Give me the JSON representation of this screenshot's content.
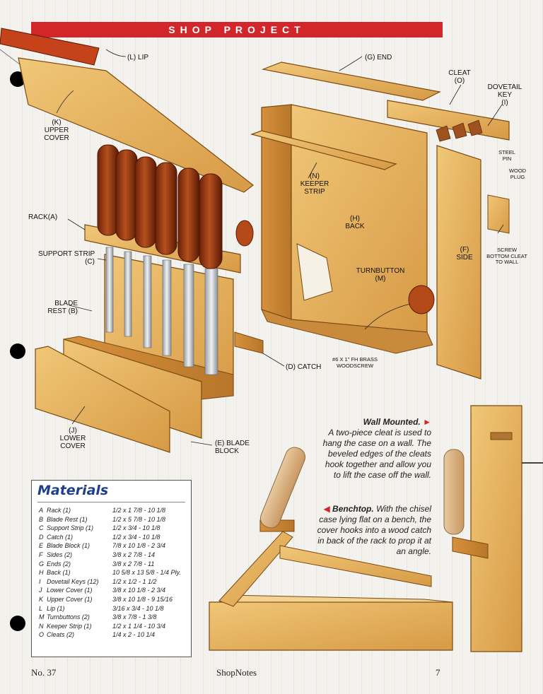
{
  "header": {
    "banner": "SHOP PROJECT"
  },
  "labels": {
    "lip": "LIP",
    "end": "END",
    "cleat": "CLEAT",
    "dovetail_key": "DOVETAIL KEY",
    "upper_cover": "UPPER COVER",
    "steel_pin": "STEEL PIN",
    "wood_plug": "WOOD PLUG",
    "keeper_strip": "KEEPER STRIP",
    "rack": "RACK",
    "back": "BACK",
    "screw_bottom_cleat": "SCREW BOTTOM CLEAT TO WALL",
    "support_strip": "SUPPORT STRIP",
    "side": "SIDE",
    "turnbutton": "TURNBUTTON",
    "blade_rest": "BLADE REST",
    "catch": "CATCH",
    "woodscrew": "#6 x 1\" Fh BRASS WOODSCREW",
    "lower_cover": "LOWER COVER",
    "blade_block": "BLADE BLOCK"
  },
  "letters": {
    "A": "A",
    "B": "B",
    "C": "C",
    "D": "D",
    "E": "E",
    "F": "F",
    "G": "G",
    "H": "H",
    "I": "I",
    "J": "J",
    "K": "K",
    "L": "L",
    "M": "M",
    "N": "N",
    "O": "O"
  },
  "callouts": {
    "wall_title": "Wall Mounted.",
    "wall_text": "A two-piece cleat is used to hang the case on a wall. The beveled edges of the cleats hook together and allow you to lift the case off the wall.",
    "bench_title": "Benchtop.",
    "bench_text": "With the chisel case lying flat on a bench, the cover hooks into a wood catch in back of the rack to prop it at an angle."
  },
  "materials": {
    "title": "Materials",
    "items": [
      {
        "id": "A",
        "name": "Rack (1)",
        "size": "1/2 x 1 7/8 - 10 1/8"
      },
      {
        "id": "B",
        "name": "Blade Rest (1)",
        "size": "1/2 x 5 7/8 - 10 1/8"
      },
      {
        "id": "C",
        "name": "Support Strip (1)",
        "size": "1/2 x 3/4 - 10 1/8"
      },
      {
        "id": "D",
        "name": "Catch (1)",
        "size": "1/2 x 3/4 - 10 1/8"
      },
      {
        "id": "E",
        "name": "Blade Block (1)",
        "size": "7/8 x 10 1/8 - 2 3/4"
      },
      {
        "id": "F",
        "name": "Sides (2)",
        "size": "3/8 x 2 7/8 - 14"
      },
      {
        "id": "G",
        "name": "Ends (2)",
        "size": "3/8 x 2 7/8 - 11"
      },
      {
        "id": "H",
        "name": "Back (1)",
        "size": "10 5/8 x 13 5/8 - 1/4 Ply."
      },
      {
        "id": "I",
        "name": "Dovetail Keys (12)",
        "size": "1/2 x 1/2 - 1 1/2"
      },
      {
        "id": "J",
        "name": "Lower Cover (1)",
        "size": "3/8 x 10 1/8 - 2 3/4"
      },
      {
        "id": "K",
        "name": "Upper Cover (1)",
        "size": "3/8 x 10 1/8 - 9 15/16"
      },
      {
        "id": "L",
        "name": "Lip (1)",
        "size": "3/16 x 3/4 - 10 1/8"
      },
      {
        "id": "M",
        "name": "Turnbuttons (2)",
        "size": "3/8 x 7/8 - 1 3/8"
      },
      {
        "id": "N",
        "name": "Keeper Strip (1)",
        "size": "1/2 x 1 1/4 - 10 3/4"
      },
      {
        "id": "O",
        "name": "Cleats (2)",
        "size": "1/4 x 2 - 10 1/4"
      }
    ]
  },
  "footer": {
    "issue": "No. 37",
    "magazine": "ShopNotes",
    "page": "7"
  },
  "colors": {
    "banner": "#d3262b",
    "materials_title": "#1e3f8a",
    "wood": "#e2b25c",
    "handle": "#9a3a12"
  }
}
